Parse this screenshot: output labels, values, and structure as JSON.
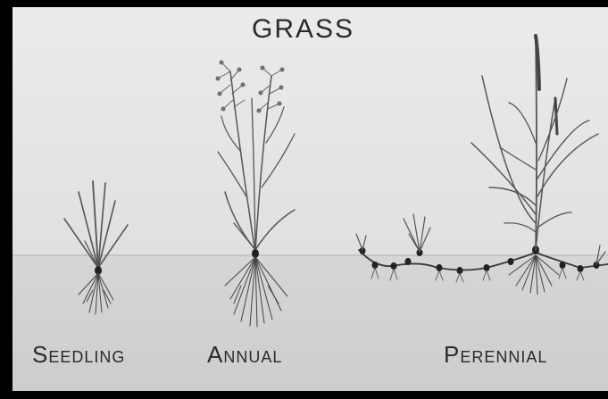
{
  "title": "GRASS",
  "labels": {
    "seedling": "Seedling",
    "annual": "Annual",
    "perennial": "Perennial"
  }
}
